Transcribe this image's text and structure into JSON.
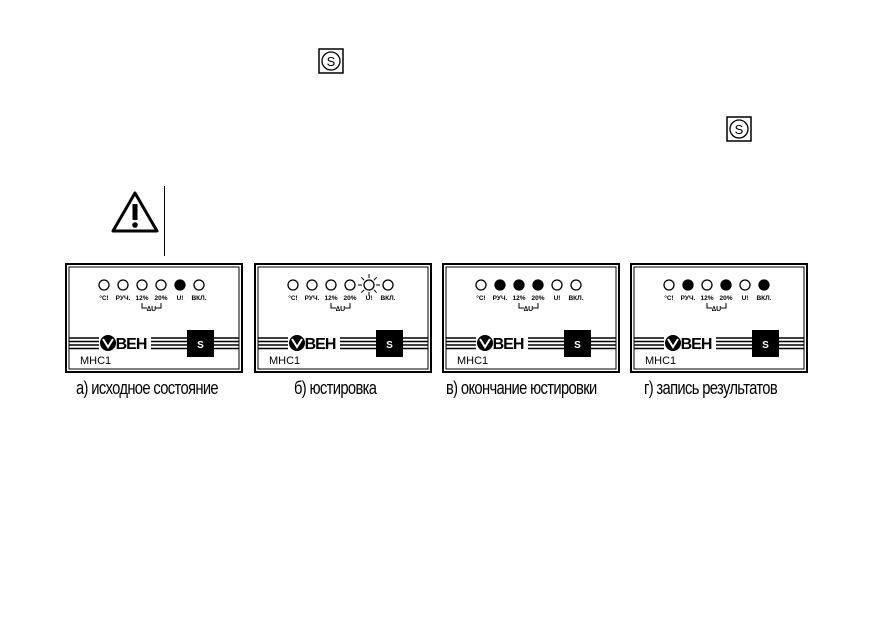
{
  "s_button_icon_label": "S",
  "panels": [
    {
      "id": "a",
      "caption": "а) исходное состояние",
      "leds": [
        "off",
        "off",
        "off",
        "off",
        "on",
        "off"
      ],
      "blinking": []
    },
    {
      "id": "b",
      "caption": "б) юстировка",
      "leds": [
        "off",
        "off",
        "off",
        "off",
        "blink",
        "off"
      ],
      "blinking": [
        4
      ]
    },
    {
      "id": "c",
      "caption": "в) окончание юстировки",
      "leds": [
        "off",
        "on",
        "on",
        "on",
        "off",
        "off"
      ],
      "blinking": []
    },
    {
      "id": "d",
      "caption": "г) запись результатов",
      "leds": [
        "off",
        "on",
        "off",
        "on",
        "off",
        "on"
      ],
      "blinking": []
    }
  ],
  "led_labels": [
    "°C!",
    "РУЧ.",
    "12%",
    "20%",
    "U!",
    "ВКЛ."
  ],
  "delta_u_label": "∆U",
  "brand_text": "ОВЕН",
  "model": "МНС1",
  "s_key_label": "S"
}
